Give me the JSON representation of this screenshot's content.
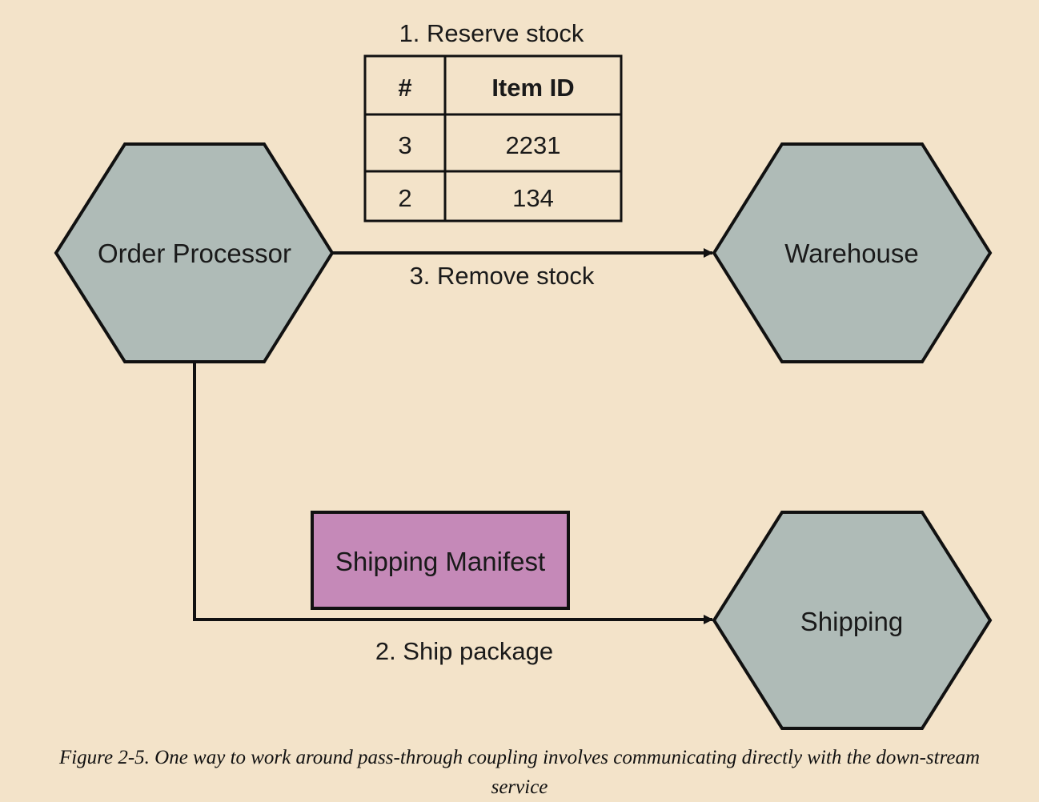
{
  "diagram": {
    "nodes": {
      "order_processor": "Order Processor",
      "warehouse": "Warehouse",
      "shipping": "Shipping",
      "shipping_manifest": "Shipping Manifest"
    },
    "edges": {
      "reserve": "1. Reserve stock",
      "remove": "3. Remove stock",
      "ship": "2. Ship package"
    },
    "table": {
      "headers": [
        "#",
        "Item ID"
      ],
      "rows": [
        [
          "3",
          "2231"
        ],
        [
          "2",
          "134"
        ]
      ]
    },
    "colors": {
      "background": "#f3e3c9",
      "hexagon_fill": "#afbbb7",
      "manifest_fill": "#c589b8",
      "stroke": "#111111"
    }
  },
  "caption": "Figure 2-5. One way to work around pass-through coupling involves communicating directly with the down-stream service"
}
